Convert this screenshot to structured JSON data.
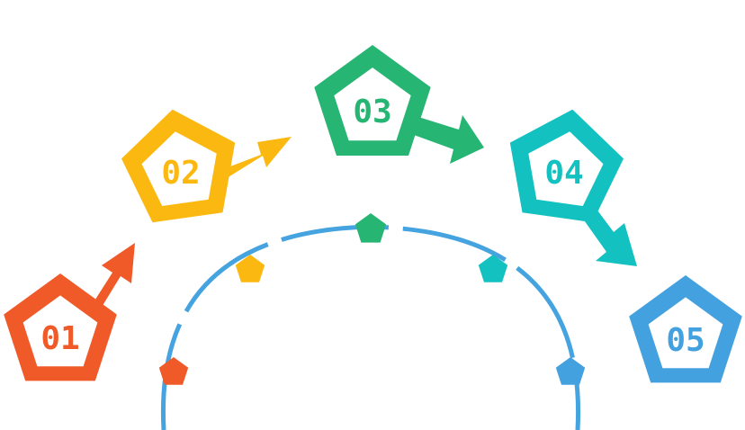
{
  "steps": [
    {
      "label": "01",
      "color": "#f05a28",
      "arrow": "up-right"
    },
    {
      "label": "02",
      "color": "#fbb811",
      "arrow": "right"
    },
    {
      "label": "03",
      "color": "#26b573",
      "arrow": "down-right"
    },
    {
      "label": "04",
      "color": "#13c1c1",
      "arrow": "down"
    },
    {
      "label": "05",
      "color": "#44a1e0",
      "arrow": "none"
    }
  ],
  "arc_color": "#45a3df"
}
